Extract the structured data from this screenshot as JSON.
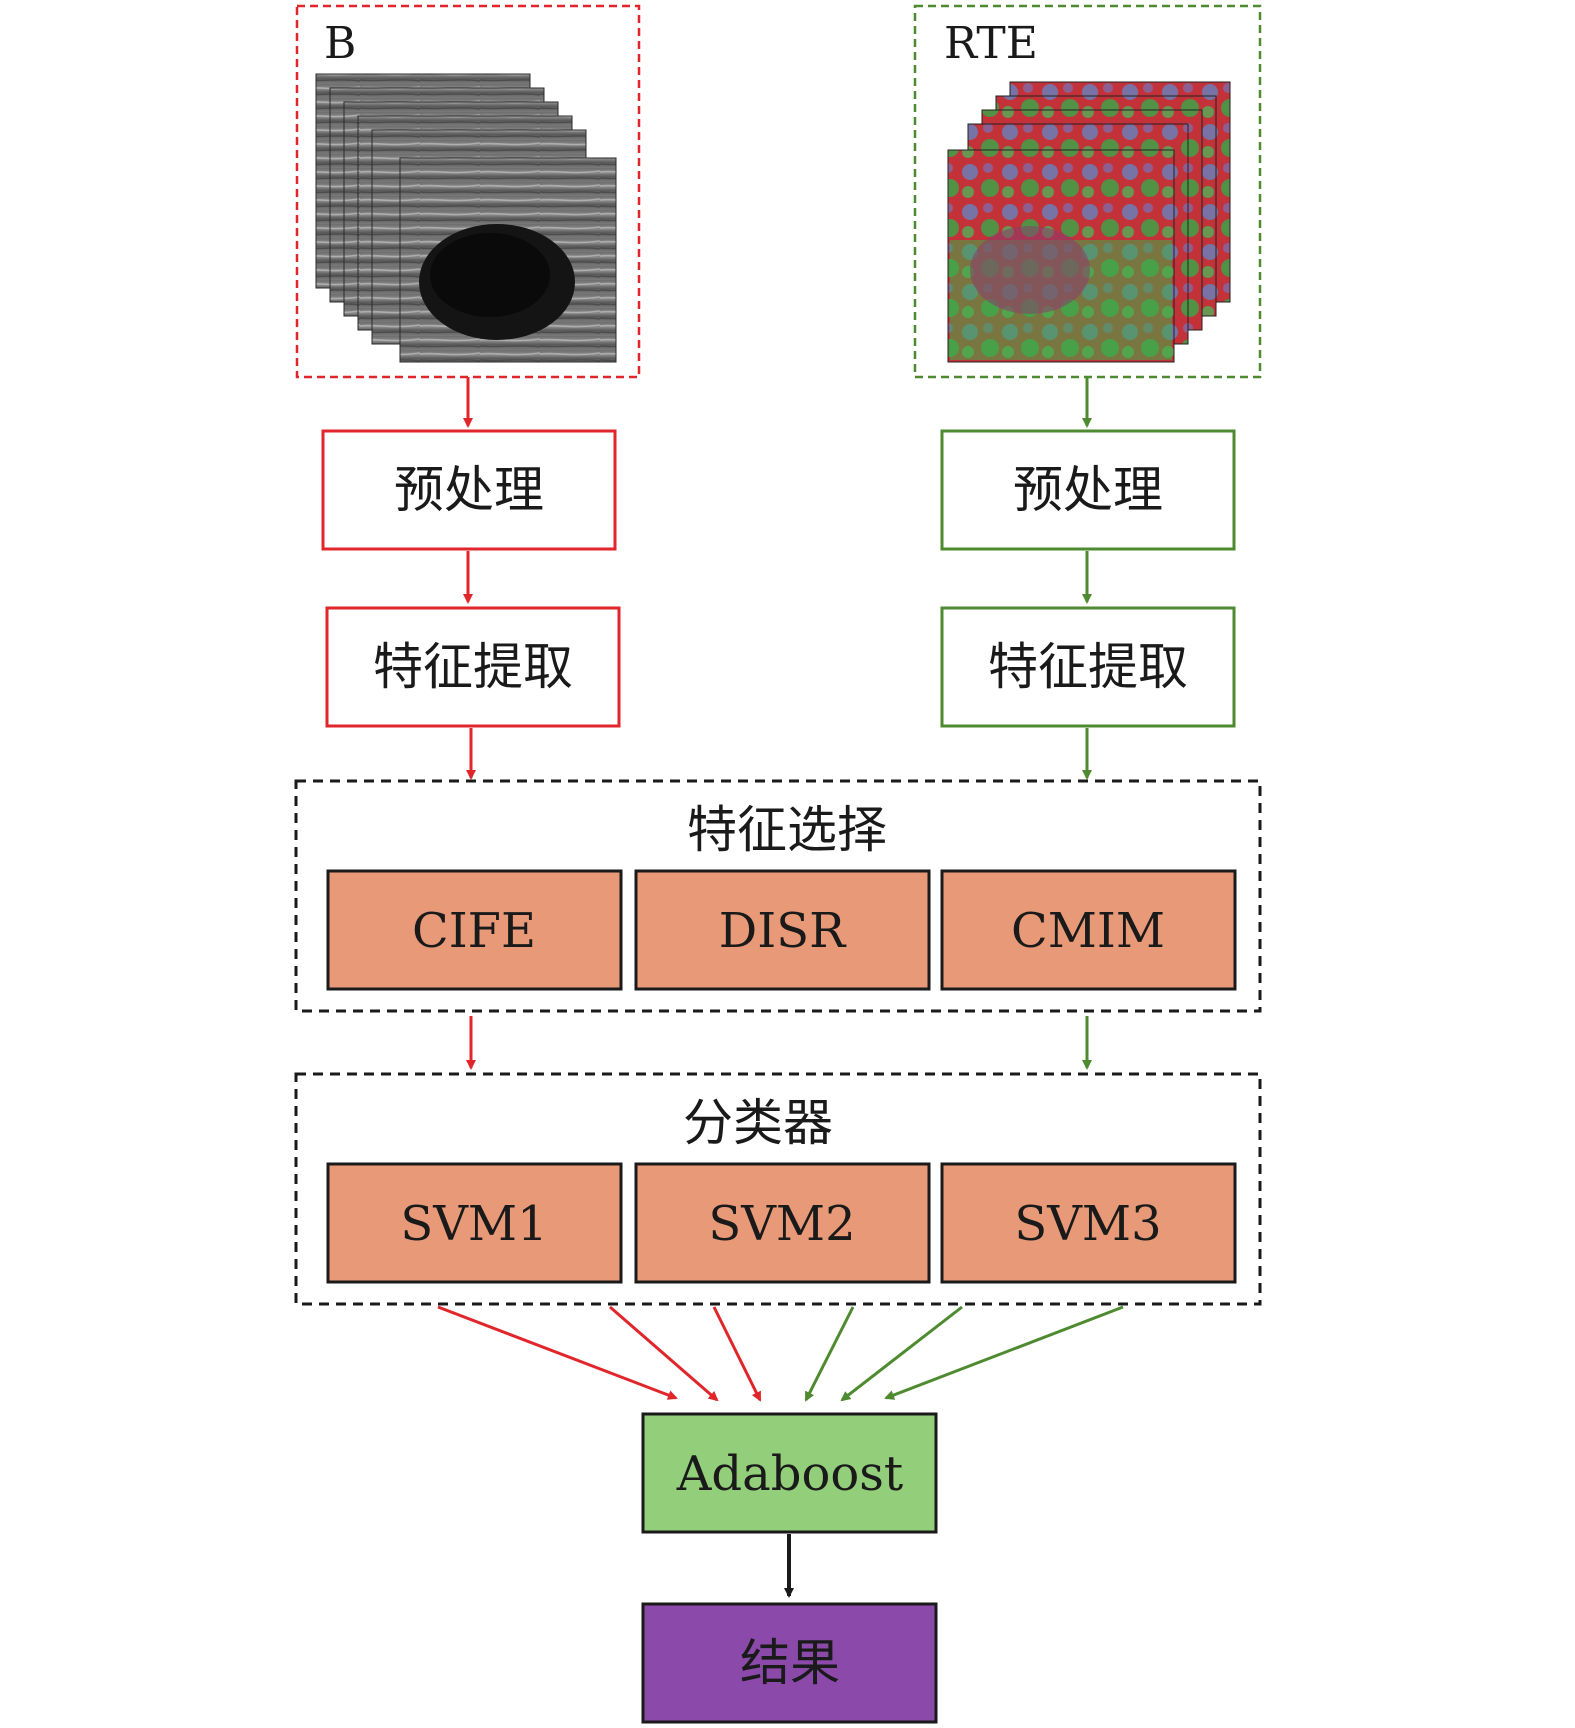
{
  "colors": {
    "red": "#e0262b",
    "green": "#4e8a2f",
    "black": "#1a1a1a",
    "salmon": "#e89a78",
    "adaboost_fill": "#93cf7b",
    "result_fill": "#8b49aa"
  },
  "inputs": {
    "b_label": "B",
    "rte_label": "RTE"
  },
  "b_branch": {
    "preprocess": "预处理",
    "feature_extract": "特征提取"
  },
  "rte_branch": {
    "preprocess": "预处理",
    "feature_extract": "特征提取"
  },
  "feature_selection": {
    "title": "特征选择",
    "methods": [
      "CIFE",
      "DISR",
      "CMIM"
    ]
  },
  "classifier": {
    "title": "分类器",
    "models": [
      "SVM1",
      "SVM2",
      "SVM3"
    ]
  },
  "ensemble": "Adaboost",
  "result": "结果"
}
